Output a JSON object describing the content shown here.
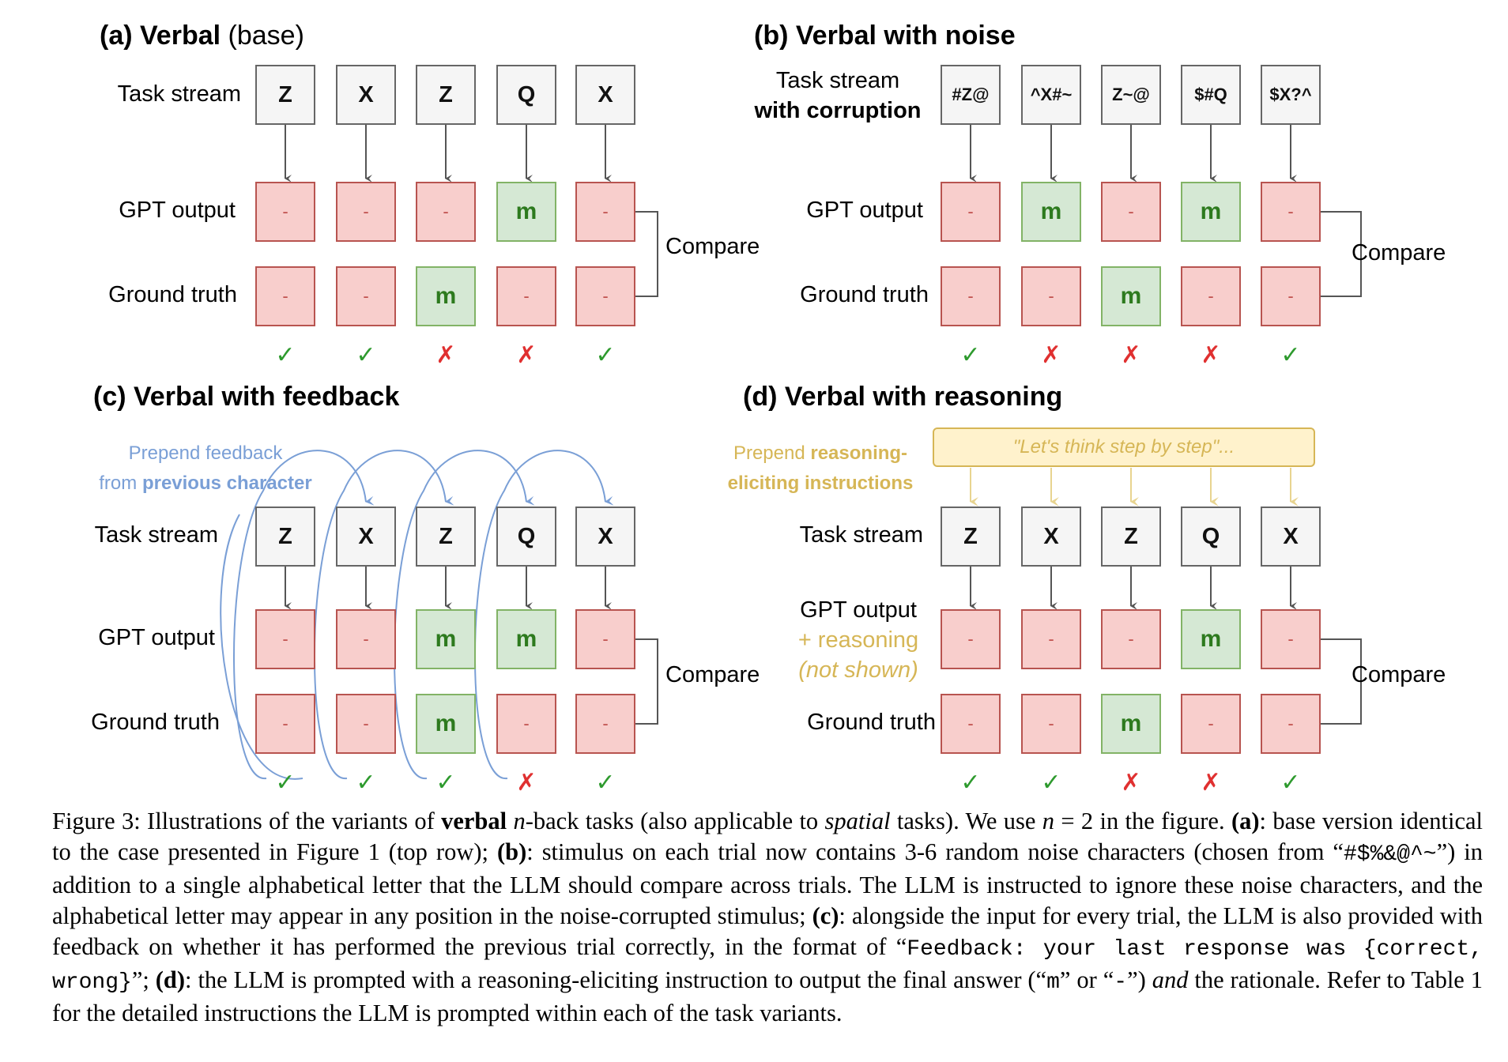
{
  "panels": {
    "a": {
      "title_bold": "(a) Verbal",
      "title_rest": " (base)",
      "task_label": "Task stream",
      "gpt_label": "GPT output",
      "truth_label": "Ground truth",
      "compare": "Compare",
      "task": [
        "Z",
        "X",
        "Z",
        "Q",
        "X"
      ],
      "gpt": [
        "-",
        "-",
        "-",
        "m",
        "-"
      ],
      "truth": [
        "-",
        "-",
        "m",
        "-",
        "-"
      ],
      "marks": [
        "✓",
        "✓",
        "✗",
        "✗",
        "✓"
      ]
    },
    "b": {
      "title_bold": "(b) Verbal with noise",
      "task_label_1": "Task stream",
      "task_label_2": "with corruption",
      "gpt_label": "GPT output",
      "truth_label": "Ground truth",
      "compare": "Compare",
      "task": [
        "#Z@",
        "^X#~",
        "Z~@",
        "$#Q",
        "$X?^"
      ],
      "gpt": [
        "-",
        "m",
        "-",
        "m",
        "-"
      ],
      "truth": [
        "-",
        "-",
        "m",
        "-",
        "-"
      ],
      "marks": [
        "✓",
        "✗",
        "✗",
        "✗",
        "✓"
      ]
    },
    "c": {
      "title_bold": "(c) Verbal with feedback",
      "feedback_1": "Prepend feedback",
      "feedback_2a": "from ",
      "feedback_2b": "previous character",
      "task_label": "Task stream",
      "gpt_label": "GPT output",
      "truth_label": "Ground truth",
      "compare": "Compare",
      "task": [
        "Z",
        "X",
        "Z",
        "Q",
        "X"
      ],
      "gpt": [
        "-",
        "-",
        "m",
        "m",
        "-"
      ],
      "truth": [
        "-",
        "-",
        "m",
        "-",
        "-"
      ],
      "marks": [
        "✓",
        "✓",
        "✓",
        "✗",
        "✓"
      ]
    },
    "d": {
      "title_bold": "(d) Verbal with reasoning",
      "reason_1a": "Prepend ",
      "reason_1b": "reasoning-",
      "reason_2": "eliciting instructions",
      "think": "\"Let's think step by step\"...",
      "task_label": "Task stream",
      "gpt_label": "GPT output",
      "gpt_label_2": "+ reasoning",
      "gpt_label_3": "(not shown)",
      "truth_label": "Ground truth",
      "compare": "Compare",
      "task": [
        "Z",
        "X",
        "Z",
        "Q",
        "X"
      ],
      "gpt": [
        "-",
        "-",
        "-",
        "m",
        "-"
      ],
      "truth": [
        "-",
        "-",
        "m",
        "-",
        "-"
      ],
      "marks": [
        "✓",
        "✓",
        "✗",
        "✗",
        "✓"
      ]
    }
  },
  "caption": {
    "p1": "Figure 3: Illustrations of the variants of ",
    "b1": "verbal",
    "i1": "n",
    "p2": "-back tasks (also applicable to ",
    "i2": "spatial",
    "p3": " tasks). We use ",
    "i3": "n",
    "p4": " = 2 in the figure. ",
    "b2": "(a)",
    "p5": ": base version identical to the case presented in Figure 1 (top row); ",
    "b3": "(b)",
    "p6": ": stimulus on each trial now contains 3-6 random noise characters (chosen from “",
    "m1": "#$%&@^~",
    "p7": "”) in addition to a single alphabetical letter that the LLM should compare across trials. The LLM is instructed to ignore these noise characters, and the alphabetical letter may appear in any position in the noise-corrupted stimulus; ",
    "b4": "(c)",
    "p8": ": alongside the input for every trial, the LLM is also provided with feedback on whether it has performed the previous trial correctly, in the format of “",
    "m2": "Feedback: your last response was {correct, wrong}",
    "p9": "”; ",
    "b5": "(d)",
    "p10": ": the LLM is prompted with a reasoning-eliciting instruction to output the final answer (“",
    "m3": "m",
    "p11": "” or “",
    "m4": "-",
    "p12": "”) ",
    "i4": "and",
    "p13": " the rationale. Refer to Table 1 for the detailed instructions the LLM is prompted within each of the task variants."
  },
  "colors": {
    "match_fill": "#d5e8d4",
    "match_stroke": "#82b366",
    "nomatch_fill": "#f8cecc",
    "nomatch_stroke": "#b85450",
    "feedback": "#7a9fd6",
    "reasoning": "#d6b656"
  }
}
